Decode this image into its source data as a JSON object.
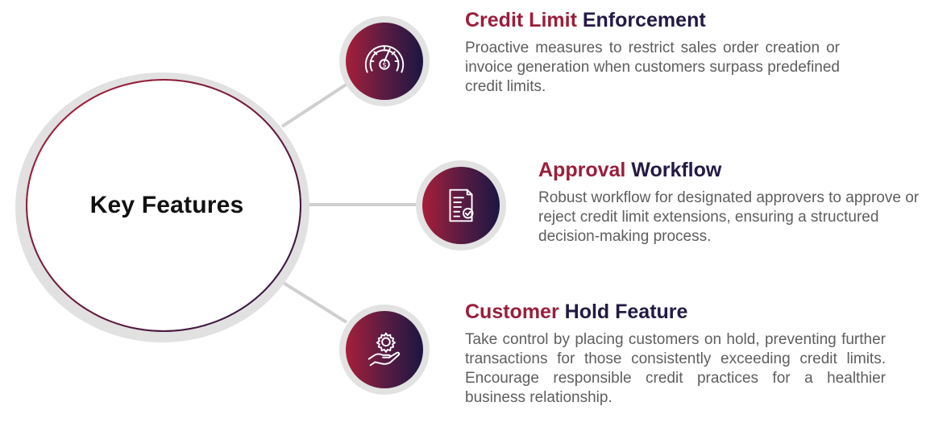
{
  "hub": {
    "title": "Key Features"
  },
  "features": [
    {
      "title_accent": "Credit Limit",
      "title_rest": " Enforcement",
      "description": "Proactive measures to restrict sales order creation or invoice generation when customers surpass predefined credit limits.",
      "icon": "speedometer-dollar-icon"
    },
    {
      "title_accent": "Approval",
      "title_rest": " Workflow",
      "description": "Robust workflow for designated approvers to approve or reject credit limit extensions, ensuring a structured decision-making process.",
      "icon": "document-check-icon"
    },
    {
      "title_accent": "Customer",
      "title_rest": " Hold Feature",
      "description": "Take control by placing customers on hold, preventing further transactions for those consistently exceeding credit limits. Encourage responsible credit practices for a healthier business relationship.",
      "icon": "hand-gear-icon"
    }
  ],
  "colors": {
    "accent": "#9a1e3a",
    "navy": "#231a44",
    "gradient_start": "#a71f3a",
    "gradient_end": "#1b1642",
    "connector": "#cfcfcf",
    "hub_ring": "#e1e1e1"
  }
}
